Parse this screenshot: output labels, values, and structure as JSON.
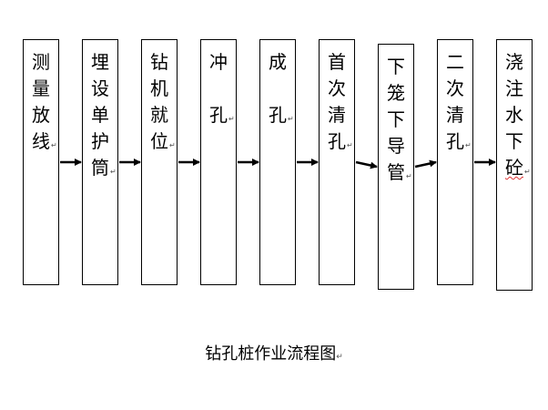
{
  "steps": [
    {
      "chars": [
        "测",
        "量",
        "放",
        "线"
      ]
    },
    {
      "chars": [
        "埋",
        "设",
        "单",
        "护",
        "筒"
      ]
    },
    {
      "chars": [
        "钻",
        "机",
        "就",
        "位"
      ]
    },
    {
      "chars": [
        "冲",
        "",
        "孔"
      ]
    },
    {
      "chars": [
        "成",
        "",
        "孔"
      ]
    },
    {
      "chars": [
        "首",
        "次",
        "清",
        "孔"
      ]
    },
    {
      "chars": [
        "下",
        "笼",
        "下",
        "导",
        "管"
      ]
    },
    {
      "chars": [
        "二",
        "次",
        "清",
        "孔"
      ]
    },
    {
      "chars": [
        "浇",
        "注",
        "水",
        "下",
        "砼"
      ]
    }
  ],
  "paragraph_mark": "↵",
  "caption": "钻孔桩作业流程图"
}
